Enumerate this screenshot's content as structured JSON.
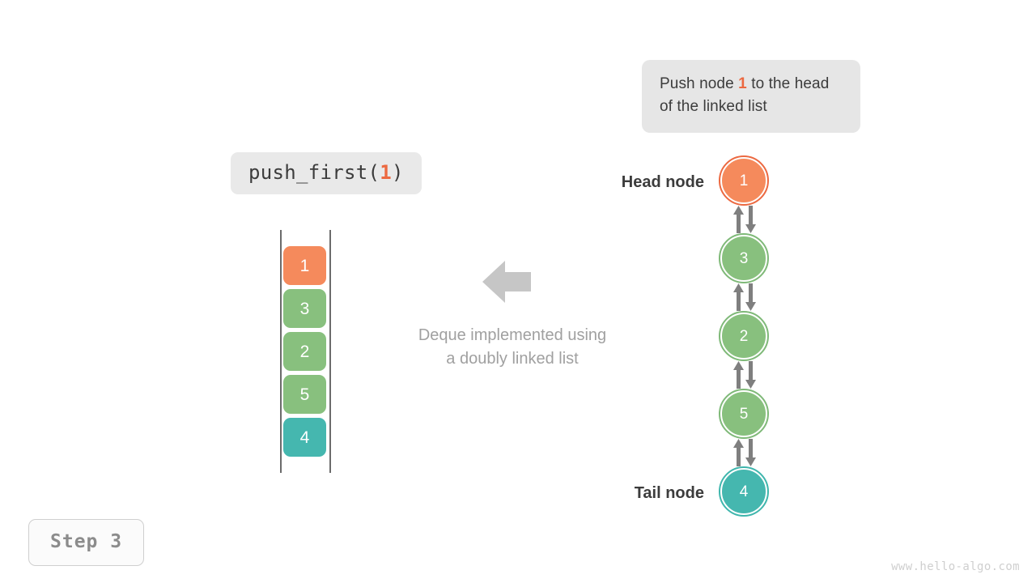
{
  "colors": {
    "orange": "#f58a5c",
    "orange_ring": "#ec6941",
    "green": "#88c07e",
    "green_ring": "#7fb978",
    "teal": "#45b7af",
    "teal_ring": "#3fb6ad",
    "arrow_gray": "#7f7f7f",
    "rail_gray": "#6b6b6b",
    "callout_bg": "#e6e6e6",
    "caption_gray": "#a0a0a0",
    "text_dark": "#3c3c3c"
  },
  "callout": {
    "text_before": "Push node ",
    "highlight": "1",
    "text_after": " to the head of the linked list"
  },
  "code_pill": {
    "name": "push_first(",
    "arg": "1",
    "close": ")"
  },
  "deque": {
    "cells": [
      {
        "value": "1",
        "color": "#f58a5c"
      },
      {
        "value": "3",
        "color": "#88c07e"
      },
      {
        "value": "2",
        "color": "#88c07e"
      },
      {
        "value": "5",
        "color": "#88c07e"
      },
      {
        "value": "4",
        "color": "#45b7af"
      }
    ]
  },
  "center": {
    "arrow_icon": "arrow-left-icon",
    "caption_line1": "Deque implemented using",
    "caption_line2": "a doubly linked list"
  },
  "linked_list": {
    "head_label": "Head node",
    "tail_label": "Tail node",
    "nodes": [
      {
        "value": "1",
        "color": "#f58a5c",
        "ring": "node-ring-orange"
      },
      {
        "value": "3",
        "color": "#88c07e",
        "ring": "node-ring-green"
      },
      {
        "value": "2",
        "color": "#88c07e",
        "ring": "node-ring-green"
      },
      {
        "value": "5",
        "color": "#88c07e",
        "ring": "node-ring-green"
      },
      {
        "value": "4",
        "color": "#45b7af",
        "ring": "node-ring-teal"
      }
    ]
  },
  "step_badge": {
    "label": "Step 3"
  },
  "watermark": {
    "text": "www.hello-algo.com"
  }
}
